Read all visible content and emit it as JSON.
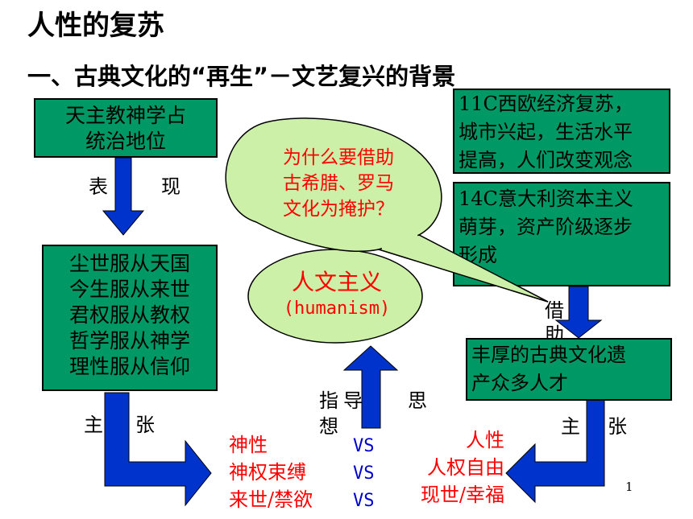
{
  "header": {
    "title": "人性的复苏",
    "subtitle": "一、古典文化的“再生”－文艺复兴的背景"
  },
  "left_top_box": {
    "line1": "天主教神学占",
    "line2": "统治地位"
  },
  "label_biaoxian": {
    "a": "表",
    "b": "现"
  },
  "left_mid_box": {
    "lines": [
      "尘世服从天国",
      "今生服从来世",
      "君权服从教权",
      "哲学服从神学",
      "理性服从信仰"
    ]
  },
  "label_zhuzhang_left": {
    "a": "主",
    "b": "张"
  },
  "bubble": {
    "line1": "为什么要借助",
    "line2": "古希腊、罗马",
    "line3": "文化为掩护？"
  },
  "humanism": {
    "cn": "人文主义",
    "en": "(humanism)"
  },
  "right_box1": {
    "lines": [
      "11C西欧经济复苏，",
      "城市兴起，生活水平",
      "提高，人们改变观念"
    ]
  },
  "right_box2": {
    "lines": [
      "14C意大利资本主义",
      "萌芽，资产阶级逐步",
      "形成"
    ]
  },
  "label_jiezhu": {
    "a": "借",
    "b": "助"
  },
  "right_box3": {
    "lines": [
      "丰厚的古典文化遗",
      "产众多人才"
    ]
  },
  "label_zhidao": {
    "a": "指",
    "b": "导",
    "c": "思",
    "d": "想"
  },
  "label_zhuzhang_right": {
    "a": "主",
    "b": "张"
  },
  "compare": {
    "left": [
      "神性",
      "神权束缚",
      "来世/禁欲"
    ],
    "vs": [
      "VS",
      "VS",
      "VS"
    ],
    "right": [
      "人性",
      "人权自由",
      "现世/幸福"
    ]
  },
  "page_number": "1",
  "colors": {
    "box": "#009966",
    "arrow": "#0033cc",
    "bubble": "#ccf0a8",
    "red": "#ff0000",
    "vs": "#0000cc"
  }
}
